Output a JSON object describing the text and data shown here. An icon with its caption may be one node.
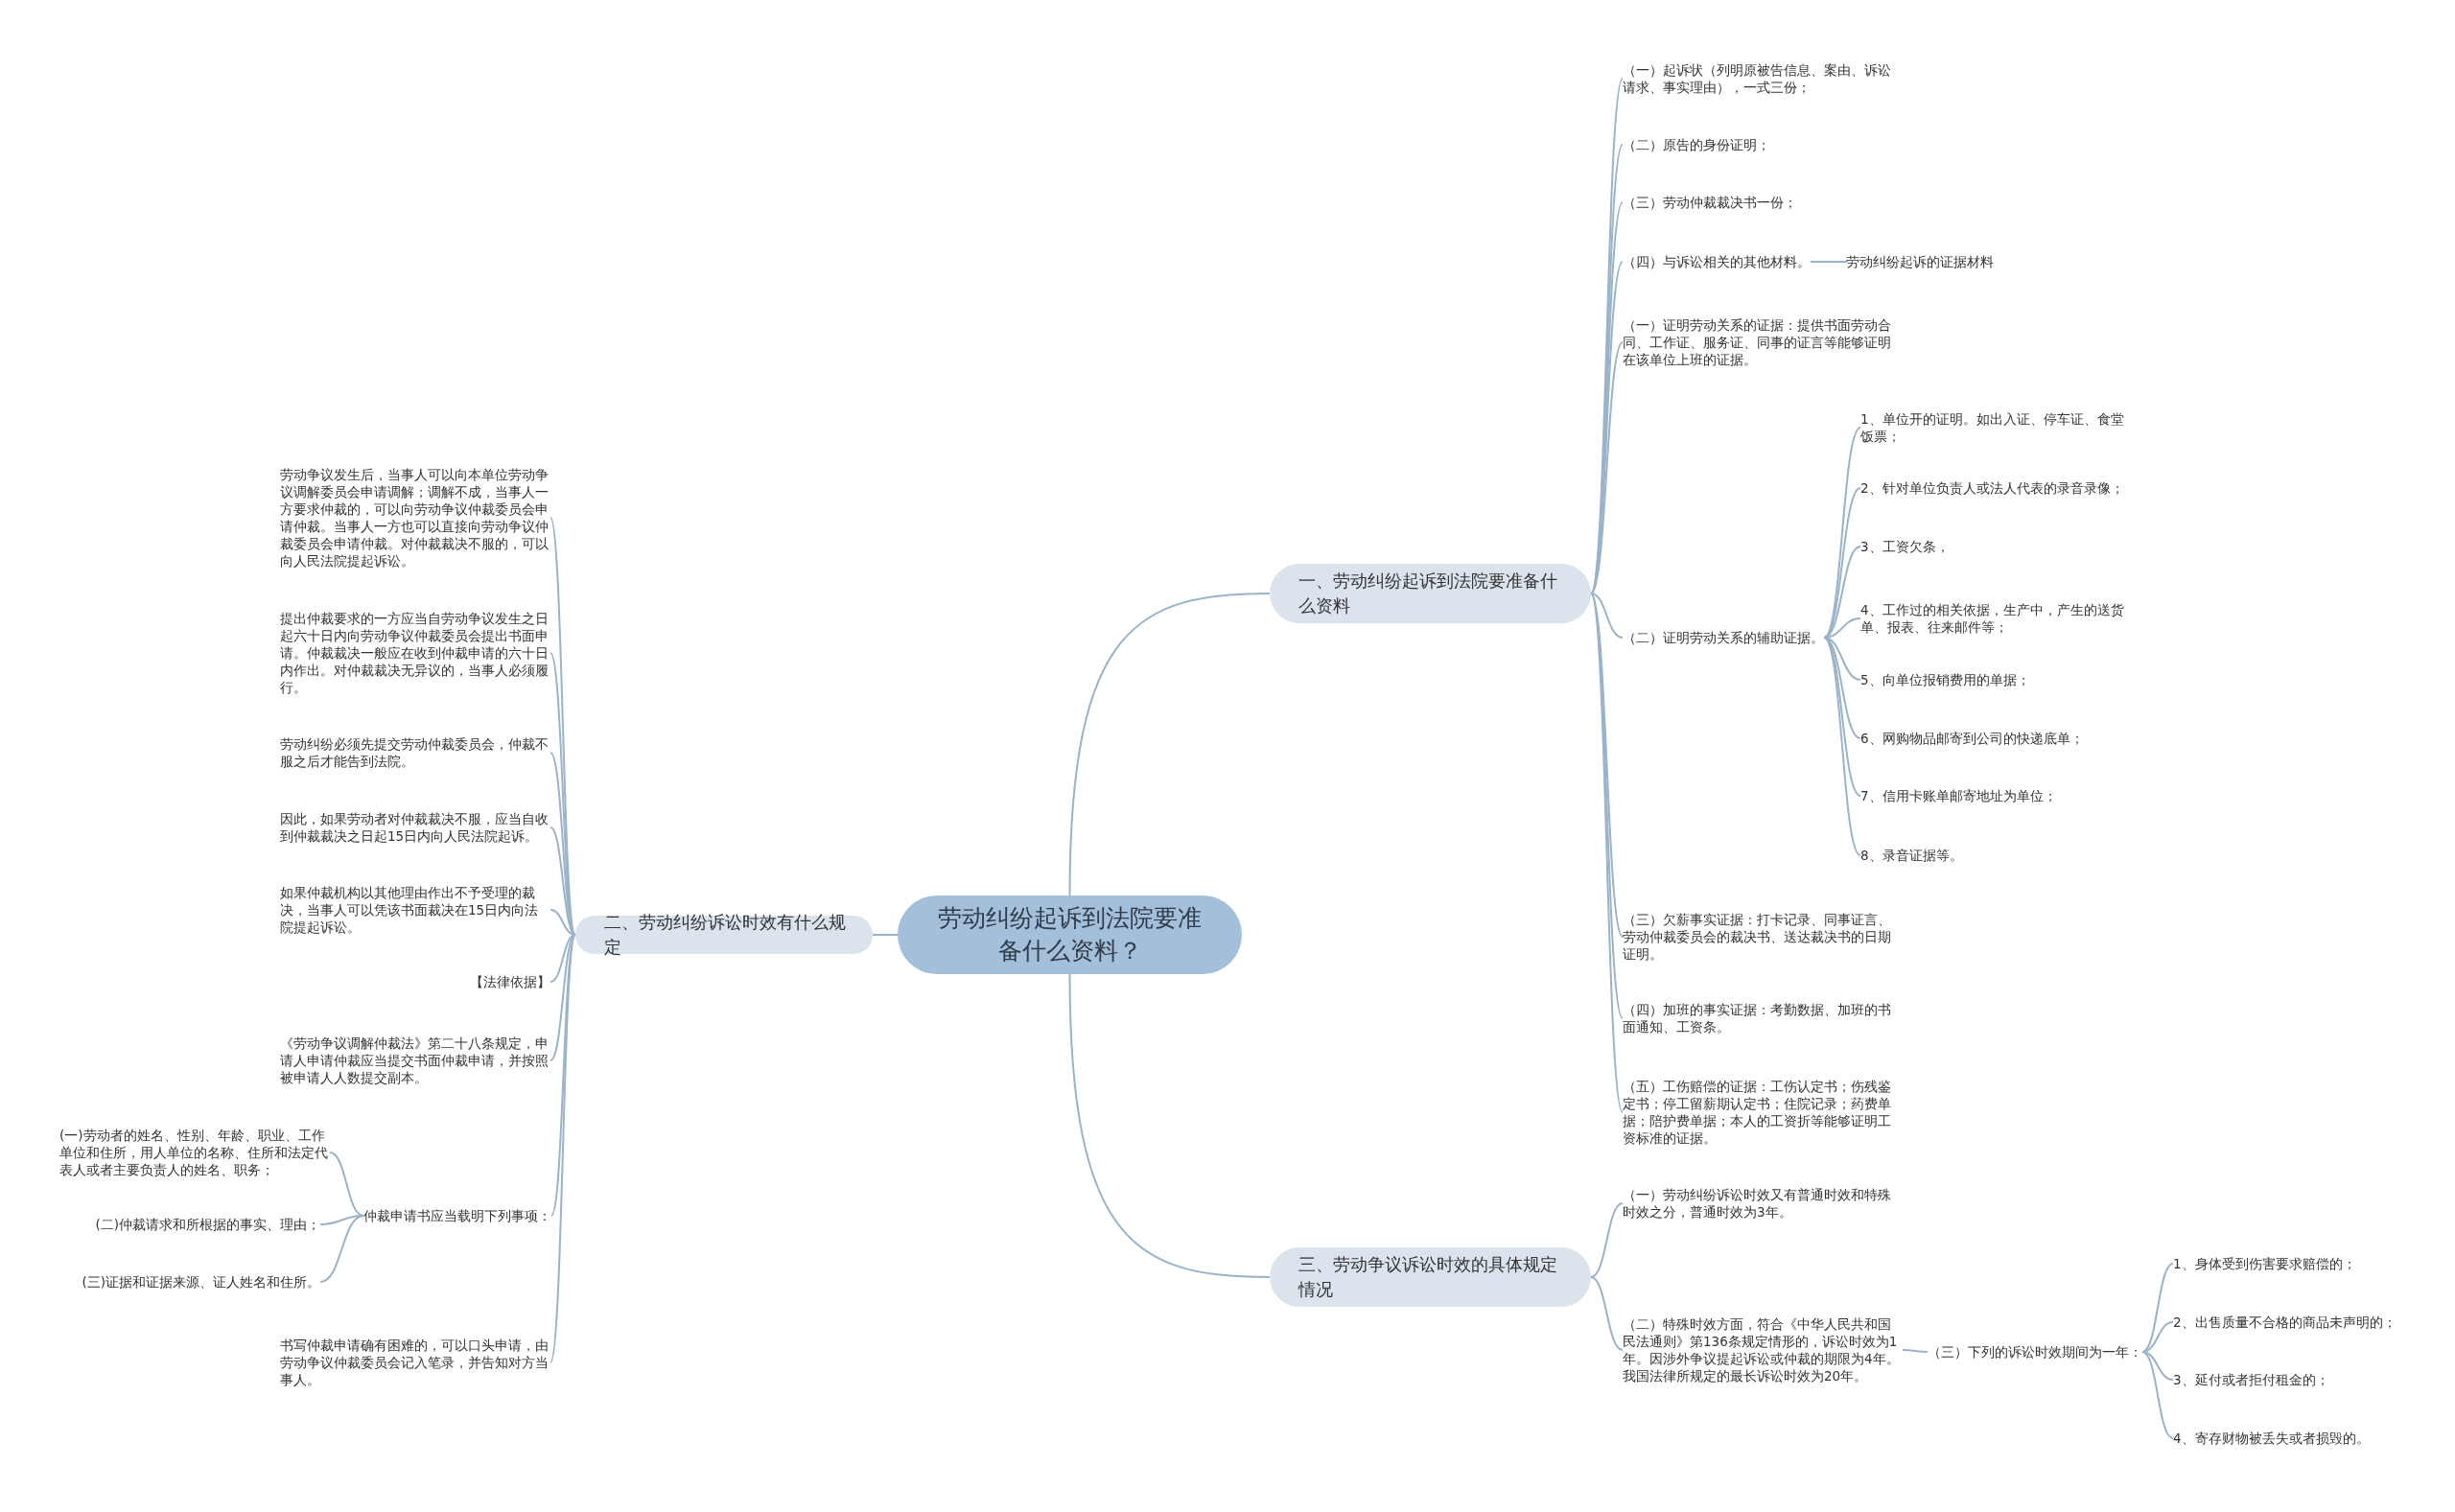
{
  "diagram": {
    "nodes": [
      {
        "text": [
          "劳动纠纷起诉到法院要准备什么资料？"
        ]
      },
      {
        "text": [
          "一、劳动纠纷起诉到法院要准备什么资料"
        ]
      },
      {
        "text": [
          "（一）起诉状（列明原被告信息、案由、诉讼请求、事实理由），一式三份；"
        ]
      },
      {
        "text": [
          "（二）原告的身份证明；"
        ]
      },
      {
        "text": [
          "（三）劳动仲裁裁决书一份；"
        ]
      },
      {
        "text": [
          "（四）与诉讼相关的其他材料。"
        ]
      },
      {
        "text": [
          "劳动纠纷起诉的证据材料"
        ]
      },
      {
        "text": [
          "（一）证明劳动关系的证据：提供书面劳动合同、工作证、服务证、同事的证言等能够证明在该单位上班的证据。"
        ]
      },
      {
        "text": [
          "（二）证明劳动关系的辅助证据。"
        ]
      },
      {
        "text": [
          "1、单位开的证明。如出入证、停车证、食堂饭票；"
        ]
      },
      {
        "text": [
          "2、针对单位负责人或法人代表的录音录像；"
        ]
      },
      {
        "text": [
          "3、工资欠条，"
        ]
      },
      {
        "text": [
          "4、工作过的相关依据，生产中，产生的送货单、报表、往来邮件等；"
        ]
      },
      {
        "text": [
          "5、向单位报销费用的单据；"
        ]
      },
      {
        "text": [
          "6、网购物品邮寄到公司的快递底单；"
        ]
      },
      {
        "text": [
          "7、信用卡账单邮寄地址为单位；"
        ]
      },
      {
        "text": [
          "8、录音证据等。"
        ]
      },
      {
        "text": [
          "（三）欠薪事实证据：打卡记录、同事证言、劳动仲裁委员会的裁决书、送达裁决书的日期证明。"
        ]
      },
      {
        "text": [
          "（四）加班的事实证据：考勤数据、加班的书面通知、工资条。"
        ]
      },
      {
        "text": [
          "（五）工伤赔偿的证据：工伤认定书；伤残鉴定书；停工留薪期认定书；住院记录；药费单据；陪护费单据；本人的工资折等能够证明工资标准的证据。"
        ]
      },
      {
        "text": [
          "二、劳动纠纷诉讼时效有什么规定"
        ]
      },
      {
        "text": [
          "劳动争议发生后，当事人可以向本单位劳动争议调解委员会申请调解；调解不成，当事人一方要求仲裁的，可以向劳动争议仲裁委员会申请仲裁。当事人一方也可以直接向劳动争议仲裁委员会申请仲裁。对仲裁裁决不服的，可以向人民法院提起诉讼。"
        ]
      },
      {
        "text": [
          "提出仲裁要求的一方应当自劳动争议发生之日起六十日内向劳动争议仲裁委员会提出书面申请。仲裁裁决一般应在收到仲裁申请的六十日内作出。对仲裁裁决无异议的，当事人必须履行。"
        ]
      },
      {
        "text": [
          "劳动纠纷必须先提交劳动仲裁委员会，仲裁不服之后才能告到法院。"
        ]
      },
      {
        "text": [
          "因此，如果劳动者对仲裁裁决不服，应当自收到仲裁裁决之日起15日内向人民法院起诉。"
        ]
      },
      {
        "text": [
          "如果仲裁机构以其他理由作出不予受理的裁决，当事人可以凭该书面裁决在15日内向法院提起诉讼。"
        ]
      },
      {
        "text": [
          "【法律依据】"
        ]
      },
      {
        "text": [
          "《劳动争议调解仲裁法》第二十八条规定，申请人申请仲裁应当提交书面仲裁申请，并按照被申请人人数提交副本。"
        ]
      },
      {
        "text": [
          "仲裁申请书应当载明下列事项："
        ]
      },
      {
        "text": [
          "(一)劳动者的姓名、性别、年龄、职业、工作单位和住所，用人单位的名称、住所和法定代表人或者主要负责人的姓名、职务；"
        ]
      },
      {
        "text": [
          "(二)仲裁请求和所根据的事实、理由；"
        ]
      },
      {
        "text": [
          "(三)证据和证据来源、证人姓名和住所。"
        ]
      },
      {
        "text": [
          "书写仲裁申请确有困难的，可以口头申请，由劳动争议仲裁委员会记入笔录，并告知对方当事人。"
        ]
      },
      {
        "text": [
          "三、劳动争议诉讼时效的具体规定情况"
        ]
      },
      {
        "text": [
          "（一）劳动纠纷诉讼时效又有普通时效和特殊时效之分，普通时效为3年。"
        ]
      },
      {
        "text": [
          "（二）特殊时效方面，符合《中华人民共和国民法通则》第136条规定情形的，诉讼时效为1年。因涉外争议提起诉讼或仲裁的期限为4年。我国法律所规定的最长诉讼时效为20年。"
        ]
      },
      {
        "text": [
          "（三）下列的诉讼时效期间为一年："
        ]
      },
      {
        "text": [
          "1、身体受到伤害要求赔偿的；"
        ]
      },
      {
        "text": [
          "2、出售质量不合格的商品未声明的；"
        ]
      },
      {
        "text": [
          "3、延付或者拒付租金的；"
        ]
      },
      {
        "text": [
          "4、寄存财物被丢失或者损毁的。"
        ]
      }
    ],
    "edges": [
      {
        "from": 0,
        "to": 1,
        "arrow": "none"
      },
      {
        "from": 1,
        "to": 2,
        "arrow": "none"
      },
      {
        "from": 1,
        "to": 3,
        "arrow": "none"
      },
      {
        "from": 1,
        "to": 4,
        "arrow": "none"
      },
      {
        "from": 1,
        "to": 5,
        "arrow": "none"
      },
      {
        "from": 5,
        "to": 6,
        "arrow": "none"
      },
      {
        "from": 1,
        "to": 7,
        "arrow": "none"
      },
      {
        "from": 1,
        "to": 8,
        "arrow": "none"
      },
      {
        "from": 8,
        "to": 9,
        "arrow": "none"
      },
      {
        "from": 8,
        "to": 10,
        "arrow": "none"
      },
      {
        "from": 8,
        "to": 11,
        "arrow": "none"
      },
      {
        "from": 8,
        "to": 12,
        "arrow": "none"
      },
      {
        "from": 8,
        "to": 13,
        "arrow": "none"
      },
      {
        "from": 8,
        "to": 14,
        "arrow": "none"
      },
      {
        "from": 8,
        "to": 15,
        "arrow": "none"
      },
      {
        "from": 8,
        "to": 16,
        "arrow": "none"
      },
      {
        "from": 1,
        "to": 17,
        "arrow": "none"
      },
      {
        "from": 1,
        "to": 18,
        "arrow": "none"
      },
      {
        "from": 1,
        "to": 19,
        "arrow": "none"
      },
      {
        "from": 0,
        "to": 20,
        "arrow": "none"
      },
      {
        "from": 20,
        "to": 21,
        "arrow": "none"
      },
      {
        "from": 20,
        "to": 22,
        "arrow": "none"
      },
      {
        "from": 20,
        "to": 23,
        "arrow": "none"
      },
      {
        "from": 20,
        "to": 24,
        "arrow": "none"
      },
      {
        "from": 20,
        "to": 25,
        "arrow": "none"
      },
      {
        "from": 20,
        "to": 26,
        "arrow": "none"
      },
      {
        "from": 20,
        "to": 27,
        "arrow": "none"
      },
      {
        "from": 20,
        "to": 28,
        "arrow": "none"
      },
      {
        "from": 28,
        "to": 29,
        "arrow": "none"
      },
      {
        "from": 28,
        "to": 30,
        "arrow": "none"
      },
      {
        "from": 28,
        "to": 31,
        "arrow": "none"
      },
      {
        "from": 20,
        "to": 32,
        "arrow": "none"
      },
      {
        "from": 0,
        "to": 33,
        "arrow": "none"
      },
      {
        "from": 33,
        "to": 34,
        "arrow": "none"
      },
      {
        "from": 33,
        "to": 35,
        "arrow": "none"
      },
      {
        "from": 35,
        "to": 36,
        "arrow": "none"
      },
      {
        "from": 36,
        "to": 37,
        "arrow": "none"
      },
      {
        "from": 36,
        "to": 38,
        "arrow": "none"
      },
      {
        "from": 36,
        "to": 39,
        "arrow": "none"
      },
      {
        "from": 36,
        "to": 40,
        "arrow": "none"
      }
    ]
  }
}
